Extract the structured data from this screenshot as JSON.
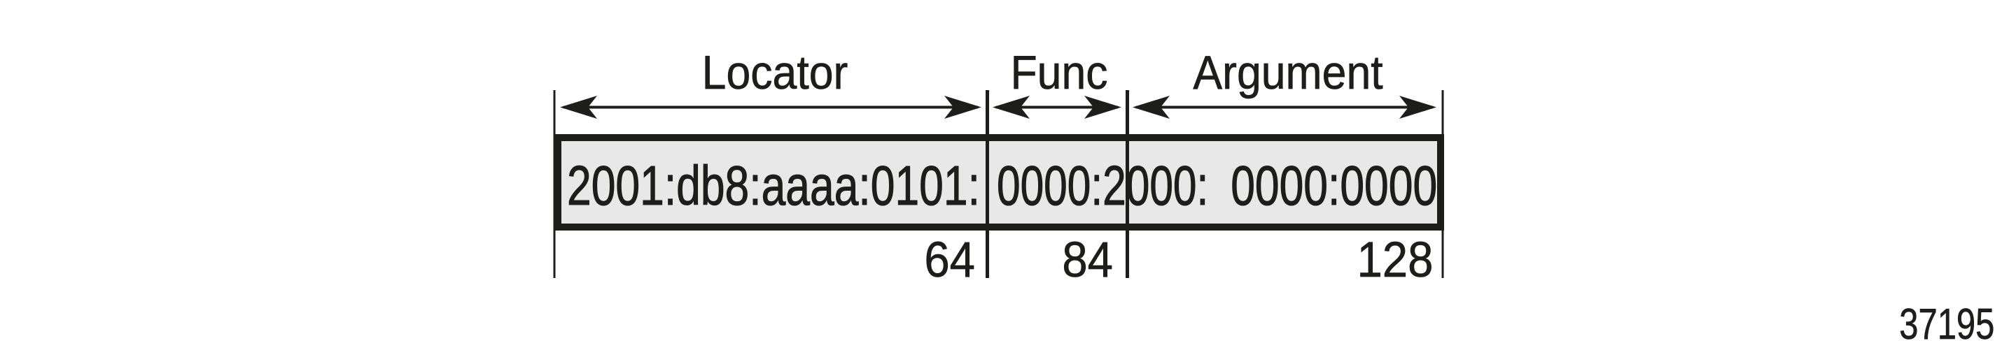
{
  "diagram": {
    "type": "bitfield",
    "sections": [
      {
        "label": "Locator",
        "value": "2001:db8:aaaa:0101:",
        "end_bit": "64"
      },
      {
        "label": "Func",
        "value": "0000:2000:",
        "end_bit": "84"
      },
      {
        "label": "Argument",
        "value": "0000:0000",
        "end_bit": "128"
      }
    ],
    "figure_number": "37195",
    "colors": {
      "box_fill": "#e8e8e8",
      "ink": "#1d1d1b"
    }
  }
}
